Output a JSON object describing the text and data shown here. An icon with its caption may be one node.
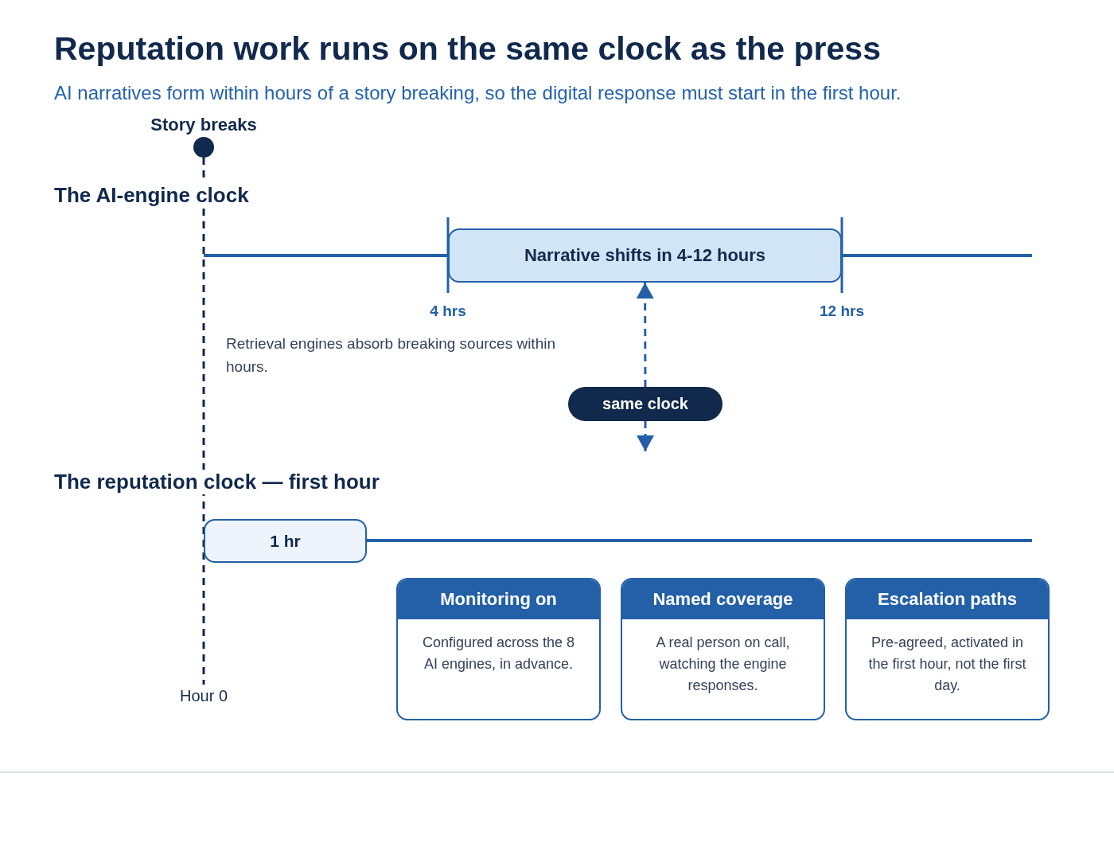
{
  "diagram": {
    "title": "Reputation work runs on the same clock as the press",
    "nodes": [
      {
        "text": [
          "Story breaks"
        ]
      },
      {
        "text": [
          "Narrative shifts in 4-12 hours"
        ]
      },
      {
        "text": [
          "same clock"
        ]
      },
      {
        "text": [
          "1 hr"
        ]
      },
      {
        "text": [
          "Monitoring on",
          "Configured across the 8 AI engines, in advance."
        ]
      },
      {
        "text": [
          "Named coverage",
          "A real person on call, watching the engine responses."
        ]
      },
      {
        "text": [
          "Escalation paths",
          "Pre-agreed, activated in the first hour, not the first day."
        ]
      },
      {
        "text": [
          "Hour 0"
        ]
      }
    ],
    "edges": [
      {
        "from": 0,
        "to": 7,
        "arrow": "none",
        "style": "dashed",
        "color": "#10294c"
      },
      {
        "from": 2,
        "to": 1,
        "arrow": "to",
        "style": "dashed"
      },
      {
        "from": 2,
        "to": null,
        "arrow": "to",
        "style": "dashed"
      }
    ],
    "labels": [
      "AI narratives form within hours of a story breaking, so the digital response must start in the first hour.",
      "The AI-engine clock",
      "4 hrs",
      "12 hrs",
      "Retrieval engines absorb breaking sources within hours.",
      "The reputation clock — first hour"
    ]
  }
}
